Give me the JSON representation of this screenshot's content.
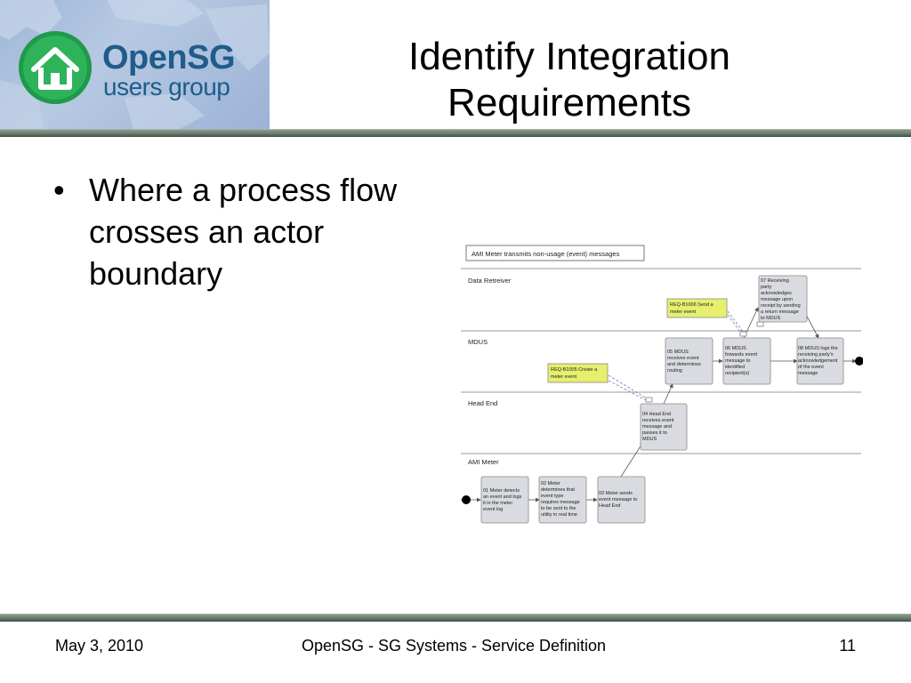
{
  "logo": {
    "name": "OpenSG",
    "subtitle": "users group"
  },
  "slide": {
    "title_line1": "Identify Integration",
    "title_line2": "Requirements",
    "bullet_marker": "•",
    "bullet_text": "Where a process flow crosses an actor boundary"
  },
  "diagram": {
    "header": "AMI Meter transmits non-usage (event) messages",
    "lanes": [
      "Data Retreiver",
      "MDUS",
      "Head End",
      "AMI Meter"
    ],
    "boxes": {
      "b01": [
        "01 Meter detects",
        "an event and logs",
        "it in the meter",
        "event log"
      ],
      "b02": [
        "02 Meter",
        "determines that",
        "event type",
        "requires message",
        "to be sent to the",
        "utility in real time"
      ],
      "b03": [
        "03 Meter sends",
        "event message to",
        "Head End"
      ],
      "b04": [
        "04 Head End",
        "receives event",
        "message and",
        "passes it to",
        "MDUS"
      ],
      "b05": [
        "05 MDUS",
        "receives event",
        "and determines",
        "routing"
      ],
      "b06": [
        "06 MDUS",
        "forwards event",
        "message to",
        "identified",
        "recipient(s)"
      ],
      "b07": [
        "07 Receiving",
        "party",
        "acknowledges",
        "message upon",
        "receipt by sending",
        "a return message",
        "to MDUS"
      ],
      "b08": [
        "08 MDUS logs the",
        "receiving party's",
        "acknowledgement",
        "of the event",
        "message"
      ]
    },
    "requirements": {
      "req1005": [
        "REQ-B1005 Create a",
        "meter event"
      ],
      "req1006": [
        "REQ-B1006 Send a",
        "meter event"
      ]
    },
    "colors": {
      "box_fill": "#d9dbe0",
      "req_fill": "#e6ef6e",
      "lane_line": "#9a9a9a"
    }
  },
  "footer": {
    "date": "May 3, 2010",
    "center": "OpenSG - SG Systems - Service Definition",
    "page": "11"
  }
}
